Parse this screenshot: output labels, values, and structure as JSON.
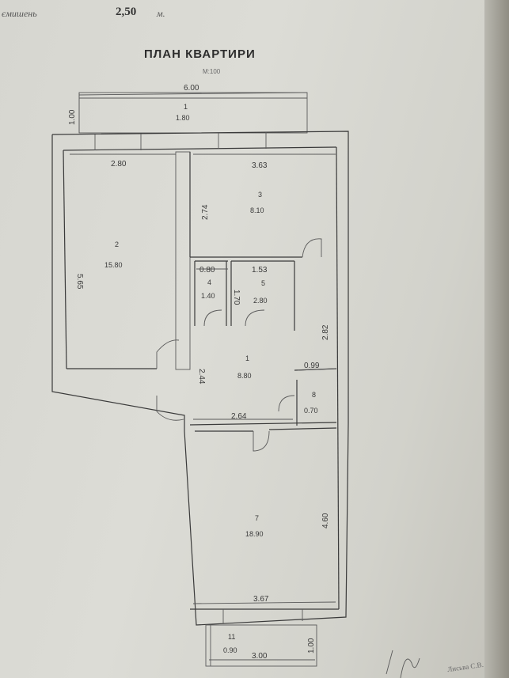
{
  "header": {
    "height_label": "ємишень",
    "height_value": "2,50",
    "height_unit": "м."
  },
  "plan": {
    "title": "ПЛАН КВАРТИРИ",
    "scale": "М:100"
  },
  "rooms": [
    {
      "number": "1",
      "area": "1.80"
    },
    {
      "number": "2",
      "area": "15.80"
    },
    {
      "number": "3",
      "area": "8.10"
    },
    {
      "number": "4",
      "area": "1.40"
    },
    {
      "number": "5",
      "area": "2.80"
    },
    {
      "number": "1",
      "area": "8.80"
    },
    {
      "number": "8",
      "area": "0.70"
    },
    {
      "number": "7",
      "area": "18.90"
    },
    {
      "number": "11",
      "area": "0.90"
    }
  ],
  "dimensions": [
    "6.00",
    "1.00",
    "2.80",
    "3.63",
    "2.74",
    "5.65",
    "0.80",
    "1.53",
    "1.70",
    "2.82",
    "0.99",
    "2.44",
    "2.64",
    "4.60",
    "3.67",
    "3.00",
    "1.00"
  ],
  "footer": {
    "signature": "Лисьва С.В."
  }
}
